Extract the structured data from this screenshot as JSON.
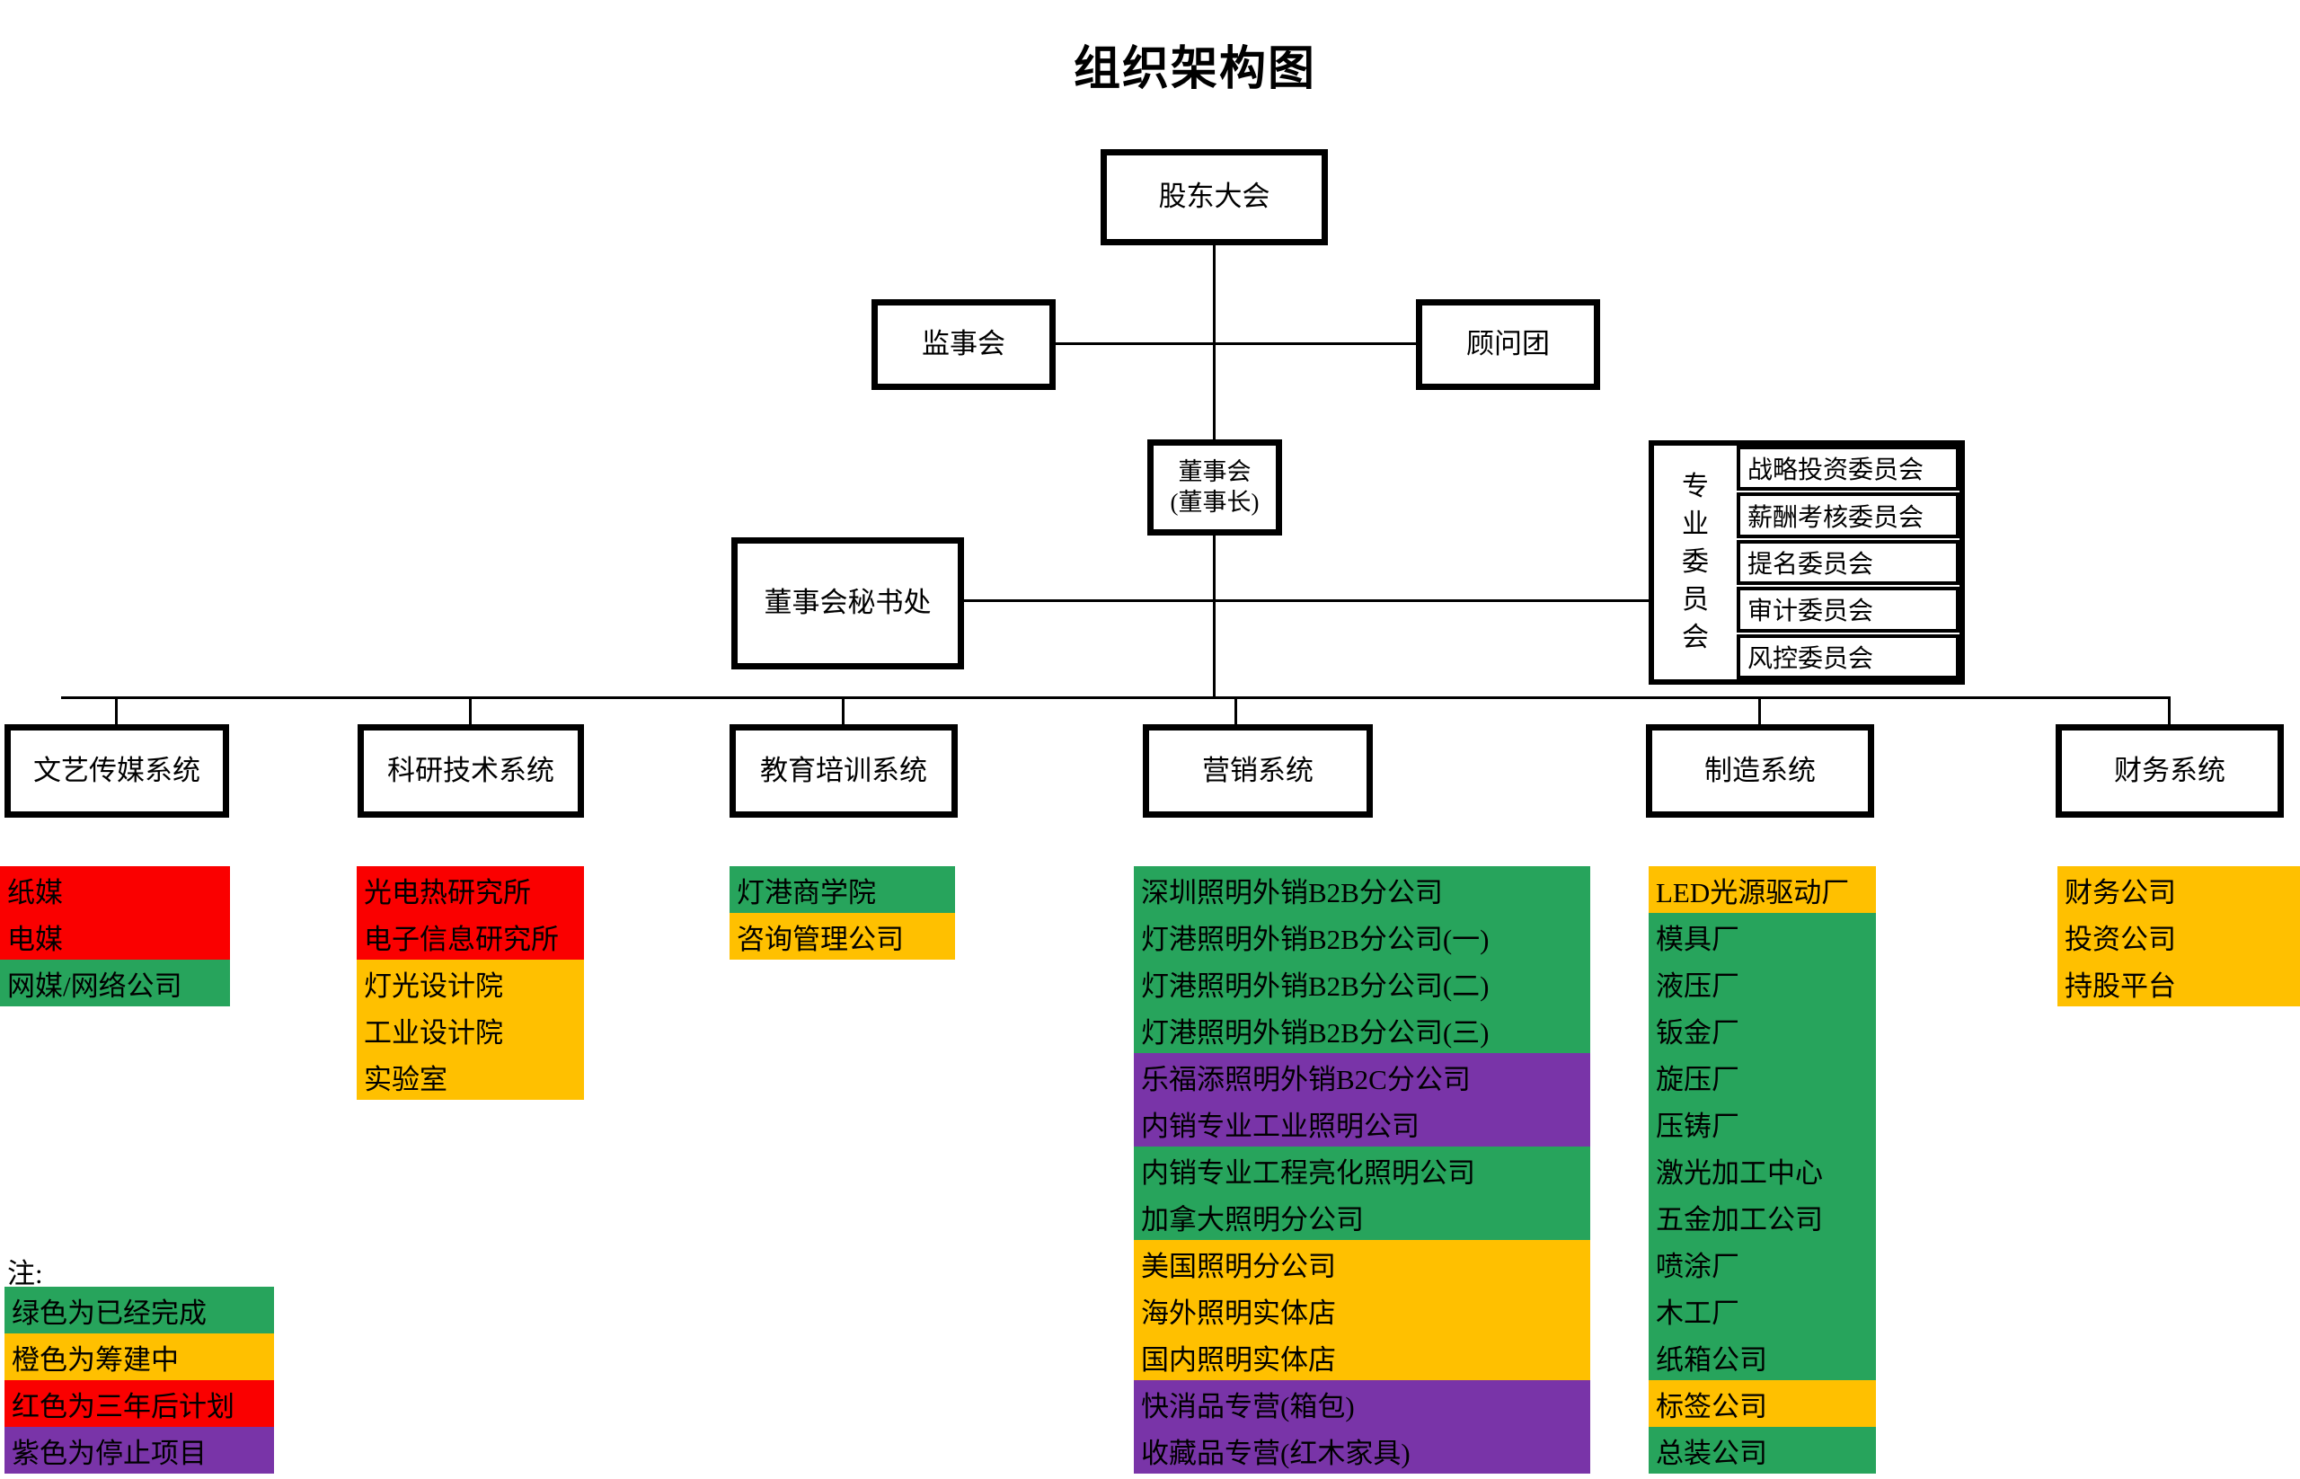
{
  "title": "组织架构图",
  "nodes": {
    "shareholders": "股东大会",
    "supervisory": "监事会",
    "advisory": "顾问团",
    "board_line1": "董事会",
    "board_line2": "(董事长)",
    "secretariat": "董事会秘书处"
  },
  "committee_panel": {
    "label": "专业委员会",
    "items": [
      "战略投资委员会",
      "薪酬考核委员会",
      "提名委员会",
      "审计委员会",
      "风控委员会"
    ]
  },
  "systems": [
    {
      "name": "文艺传媒系统",
      "items": [
        {
          "text": "纸媒",
          "status": "red"
        },
        {
          "text": "电媒",
          "status": "red"
        },
        {
          "text": "网媒/网络公司",
          "status": "green"
        }
      ]
    },
    {
      "name": "科研技术系统",
      "items": [
        {
          "text": "光电热研究所",
          "status": "red"
        },
        {
          "text": "电子信息研究所",
          "status": "red"
        },
        {
          "text": "灯光设计院",
          "status": "orange"
        },
        {
          "text": "工业设计院",
          "status": "orange"
        },
        {
          "text": "实验室",
          "status": "orange"
        }
      ]
    },
    {
      "name": "教育培训系统",
      "items": [
        {
          "text": "灯港商学院",
          "status": "green"
        },
        {
          "text": "咨询管理公司",
          "status": "orange"
        }
      ]
    },
    {
      "name": "营销系统",
      "items": [
        {
          "text": "深圳照明外销B2B分公司",
          "status": "green"
        },
        {
          "text": "灯港照明外销B2B分公司(一)",
          "status": "green"
        },
        {
          "text": "灯港照明外销B2B分公司(二)",
          "status": "green"
        },
        {
          "text": "灯港照明外销B2B分公司(三)",
          "status": "green"
        },
        {
          "text": "乐福添照明外销B2C分公司",
          "status": "purple"
        },
        {
          "text": "内销专业工业照明公司",
          "status": "purple"
        },
        {
          "text": "内销专业工程亮化照明公司",
          "status": "green"
        },
        {
          "text": "加拿大照明分公司",
          "status": "green"
        },
        {
          "text": "美国照明分公司",
          "status": "orange"
        },
        {
          "text": "海外照明实体店",
          "status": "orange"
        },
        {
          "text": "国内照明实体店",
          "status": "orange"
        },
        {
          "text": "快消品专营(箱包)",
          "status": "purple"
        },
        {
          "text": "收藏品专营(红木家具)",
          "status": "purple"
        }
      ]
    },
    {
      "name": "制造系统",
      "items": [
        {
          "text": "LED光源驱动厂",
          "status": "orange"
        },
        {
          "text": "模具厂",
          "status": "green"
        },
        {
          "text": "液压厂",
          "status": "green"
        },
        {
          "text": "钣金厂",
          "status": "green"
        },
        {
          "text": "旋压厂",
          "status": "green"
        },
        {
          "text": "压铸厂",
          "status": "green"
        },
        {
          "text": "激光加工中心",
          "status": "green"
        },
        {
          "text": "五金加工公司",
          "status": "green"
        },
        {
          "text": "喷涂厂",
          "status": "green"
        },
        {
          "text": "木工厂",
          "status": "green"
        },
        {
          "text": "纸箱公司",
          "status": "green"
        },
        {
          "text": "标签公司",
          "status": "orange"
        },
        {
          "text": "总装公司",
          "status": "green"
        }
      ]
    },
    {
      "name": "财务系统",
      "items": [
        {
          "text": "财务公司",
          "status": "orange"
        },
        {
          "text": "投资公司",
          "status": "orange"
        },
        {
          "text": "持股平台",
          "status": "orange"
        }
      ]
    }
  ],
  "legend": {
    "note": "注:",
    "items": [
      {
        "text": "绿色为已经完成",
        "status": "green"
      },
      {
        "text": "橙色为筹建中",
        "status": "orange"
      },
      {
        "text": "红色为三年后计划",
        "status": "red"
      },
      {
        "text": "紫色为停止项目",
        "status": "purple"
      }
    ]
  },
  "colors": {
    "green": "#27A45C",
    "orange": "#FFC000",
    "red": "#FA0000",
    "purple": "#7934A8"
  }
}
